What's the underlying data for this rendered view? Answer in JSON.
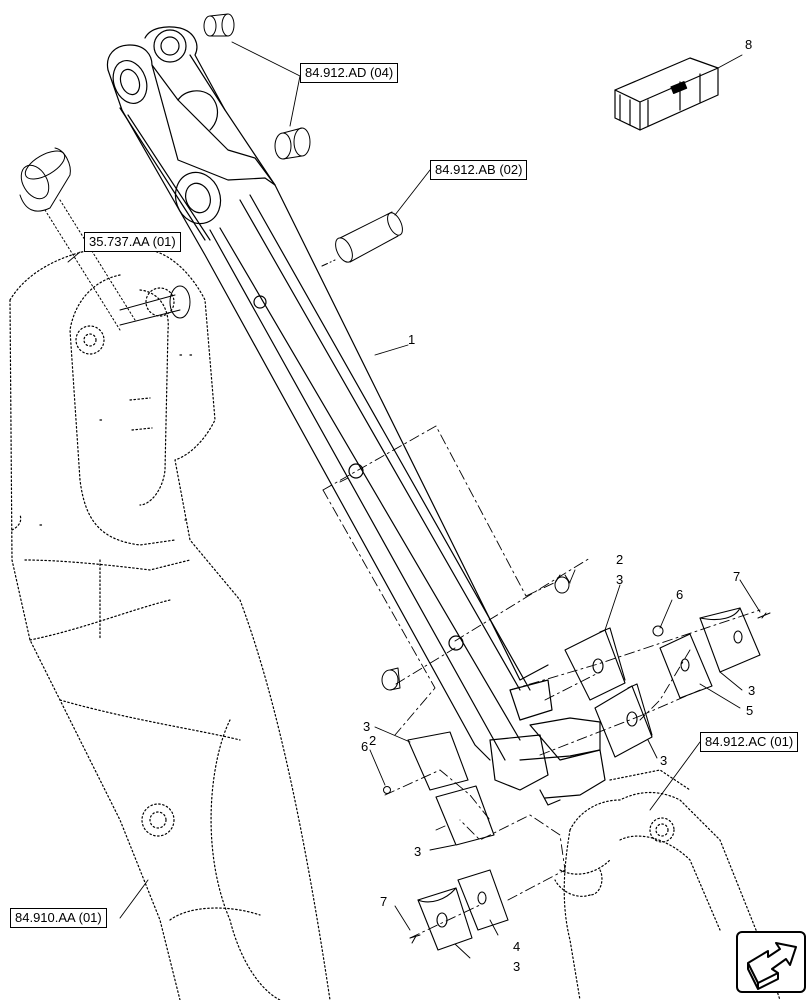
{
  "refs": {
    "r1": "84.912.AD (04)",
    "r2": "84.912.AB (02)",
    "r3": "35.737.AA (01)",
    "r4": "84.912.AC (01)",
    "r5": "84.910.AA (01)"
  },
  "callouts": {
    "c1": "1",
    "c8": "8",
    "c2a": "2",
    "c2b": "2",
    "c3a": "3",
    "c3b": "3",
    "c3c": "3",
    "c3d": "3",
    "c3e": "3",
    "c3f": "3",
    "c4": "4",
    "c5": "5",
    "c6a": "6",
    "c6b": "6",
    "c7a": "7",
    "c7b": "7"
  },
  "icons": {
    "kit": "parts-kit-crate-icon",
    "nav": "page-navigation-arrow-icon"
  }
}
